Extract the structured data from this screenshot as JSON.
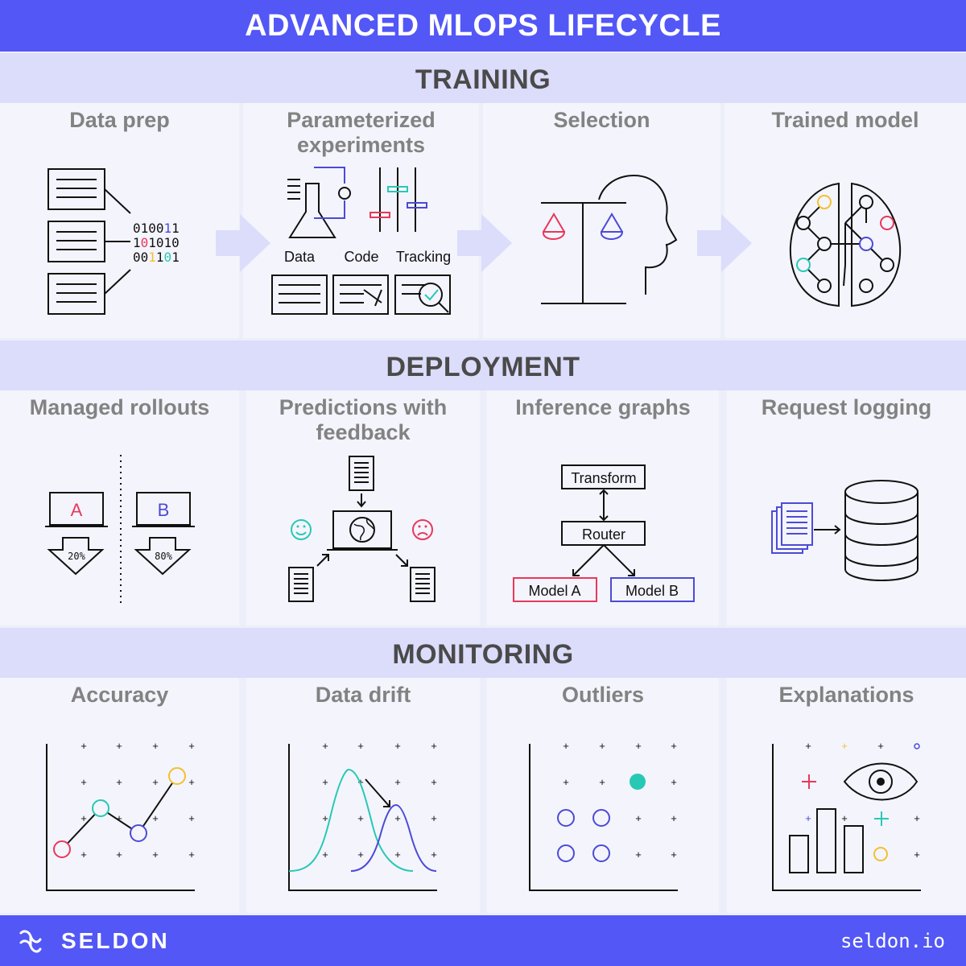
{
  "title": "ADVANCED MLOPS LIFECYCLE",
  "colors": {
    "brand": "#5257f6",
    "band": "#dcdcfb",
    "cell": "#f4f4fc",
    "pink": "#e8385a",
    "blue": "#4b4bd6",
    "teal": "#27c9b5",
    "yellow": "#f2c12e"
  },
  "training": {
    "heading": "TRAINING",
    "cells": [
      "Data prep",
      "Parameterized experiments",
      "Selection",
      "Trained model"
    ],
    "binary": [
      "010011",
      "101010",
      "001101"
    ],
    "labels": {
      "data": "Data",
      "code": "Code",
      "tracking": "Tracking"
    }
  },
  "deployment": {
    "heading": "DEPLOYMENT",
    "cells": [
      "Managed rollouts",
      "Predictions with feedback",
      "Inference graphs",
      "Request logging"
    ],
    "rollout": {
      "a": "A",
      "b": "B",
      "pct_a": "20%",
      "pct_b": "80%"
    },
    "graph": {
      "transform": "Transform",
      "router": "Router",
      "model_a": "Model A",
      "model_b": "Model B"
    }
  },
  "monitoring": {
    "heading": "MONITORING",
    "cells": [
      "Accuracy",
      "Data drift",
      "Outliers",
      "Explanations"
    ]
  },
  "footer": {
    "brand": "SELDON",
    "site": "seldon.io"
  }
}
